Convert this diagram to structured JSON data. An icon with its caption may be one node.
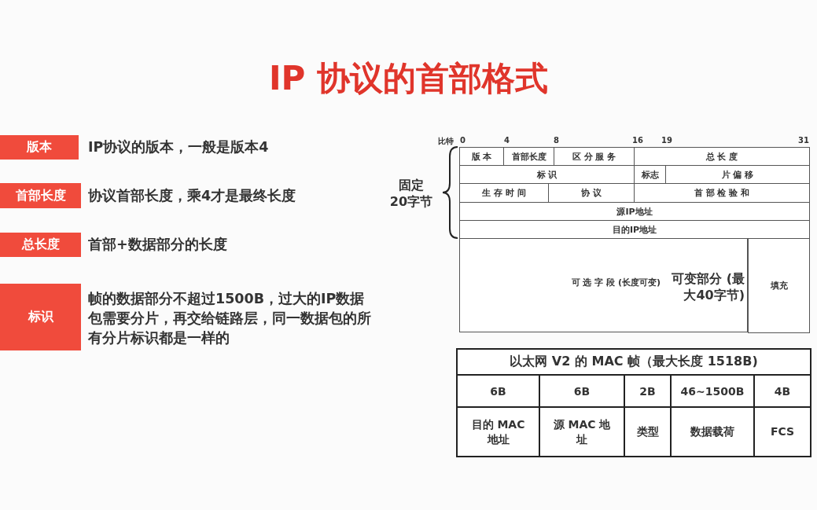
{
  "diagram": {
    "title": "IP 协议的首部格式",
    "nodes": [
      {
        "text": [
          "版本"
        ],
        "beside": [
          "IP协议的版本，一般是版本4"
        ]
      },
      {
        "text": [
          "首部长度"
        ],
        "beside": [
          "协议首部长度，乘4才是最终长度"
        ]
      },
      {
        "text": [
          "总长度"
        ],
        "beside": [
          "首部+数据部分的长度"
        ]
      },
      {
        "text": [
          "标识"
        ],
        "beside": [
          "帧的数据部分不超过1500B，过大的IP数据包需要分片，再交给链路层，同一数据包的所有分片标识都是一样的"
        ]
      },
      {
        "text": [
          "版 本"
        ]
      },
      {
        "text": [
          "首部长度"
        ]
      },
      {
        "text": [
          "区 分 服 务"
        ]
      },
      {
        "text": [
          "总 长 度"
        ]
      },
      {
        "text": [
          "标 识"
        ]
      },
      {
        "text": [
          "标志"
        ]
      },
      {
        "text": [
          "片 偏 移"
        ]
      },
      {
        "text": [
          "生 存 时 间"
        ]
      },
      {
        "text": [
          "协 议"
        ]
      },
      {
        "text": [
          "首 部 检 验 和"
        ]
      },
      {
        "text": [
          "源IP地址"
        ]
      },
      {
        "text": [
          "目的IP地址"
        ]
      },
      {
        "text": [
          "可 选 字 段 (长度可变)",
          "可变部分 (最大40字节)"
        ]
      },
      {
        "text": [
          "填充"
        ]
      }
    ],
    "labels": [
      "比特",
      "0",
      "4",
      "8",
      "16",
      "19",
      "31",
      "固定 20字节",
      "以太网 V2 的 MAC 帧（最大长度 1518B)",
      "6B",
      "6B",
      "2B",
      "46~1500B",
      "4B",
      "目的 MAC 地址",
      "源 MAC 地址",
      "类型",
      "数据载荷",
      "FCS"
    ]
  }
}
